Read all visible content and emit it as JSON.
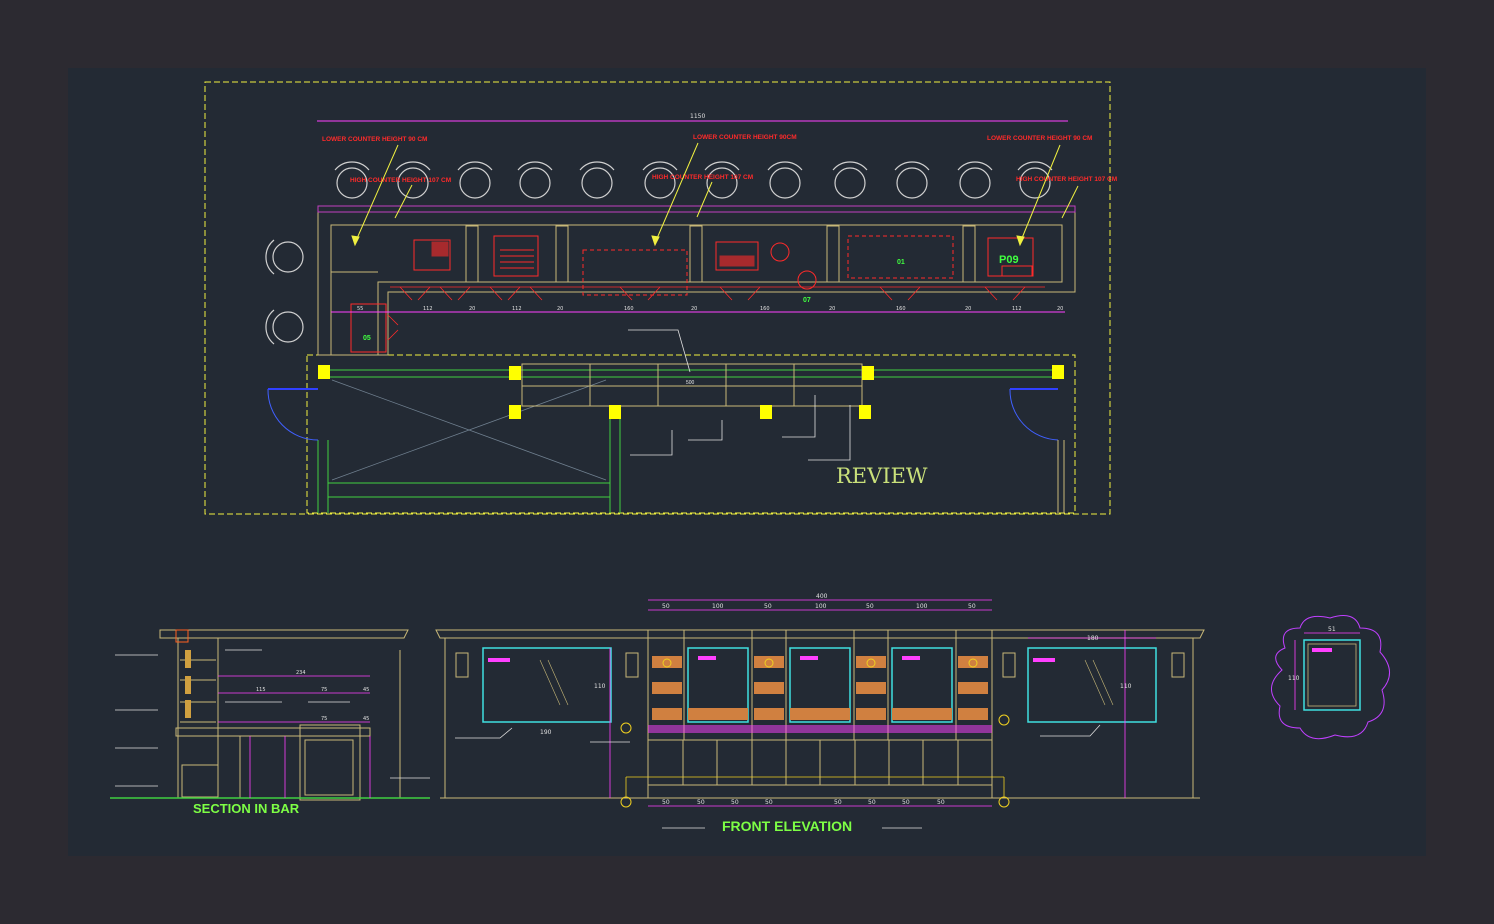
{
  "plan": {
    "notes": [
      "LOWER COUNTER HEIGHT 90 CM",
      "HIGH COUNTER HEIGHT 107 CM",
      "LOWER COUNTER HEIGHT 90CM",
      "HIGH COUNTER HEIGHT 107 CM",
      "LOWER COUNTER HEIGHT 90 CM",
      "HIGH COUNTER HEIGHT 107 CM"
    ],
    "overall_dim": "1150",
    "tags": {
      "p09": "P09",
      "t01": "01",
      "t05": "05",
      "t07": "07"
    },
    "review_label": "REVIEW",
    "bottom_dims": [
      "55",
      "112",
      "20",
      "112",
      "20",
      "160",
      "20",
      "160",
      "20",
      "160",
      "20",
      "112",
      "20"
    ],
    "center_dim": "500"
  },
  "section": {
    "title": "SECTION IN BAR",
    "dims": [
      "234",
      "115",
      "75",
      "45",
      "75",
      "45"
    ]
  },
  "elevation": {
    "title": "FRONT ELEVATION",
    "top_dims": [
      "50",
      "100",
      "50",
      "100",
      "50",
      "100",
      "50"
    ],
    "overall_dim": "400",
    "bottom_dims": [
      "50",
      "50",
      "50",
      "50",
      "50",
      "50",
      "50",
      "50"
    ],
    "side_dims": [
      "190",
      "110",
      "180",
      "110"
    ]
  },
  "mirror": {
    "dims": [
      "51",
      "110"
    ]
  },
  "colors": {
    "sheet": "#232a34",
    "frame": "#2c2a31",
    "note": "#ff2a2a",
    "tag": "#40ff40",
    "dim": "#ff40ff",
    "review": "#c9e07a"
  }
}
